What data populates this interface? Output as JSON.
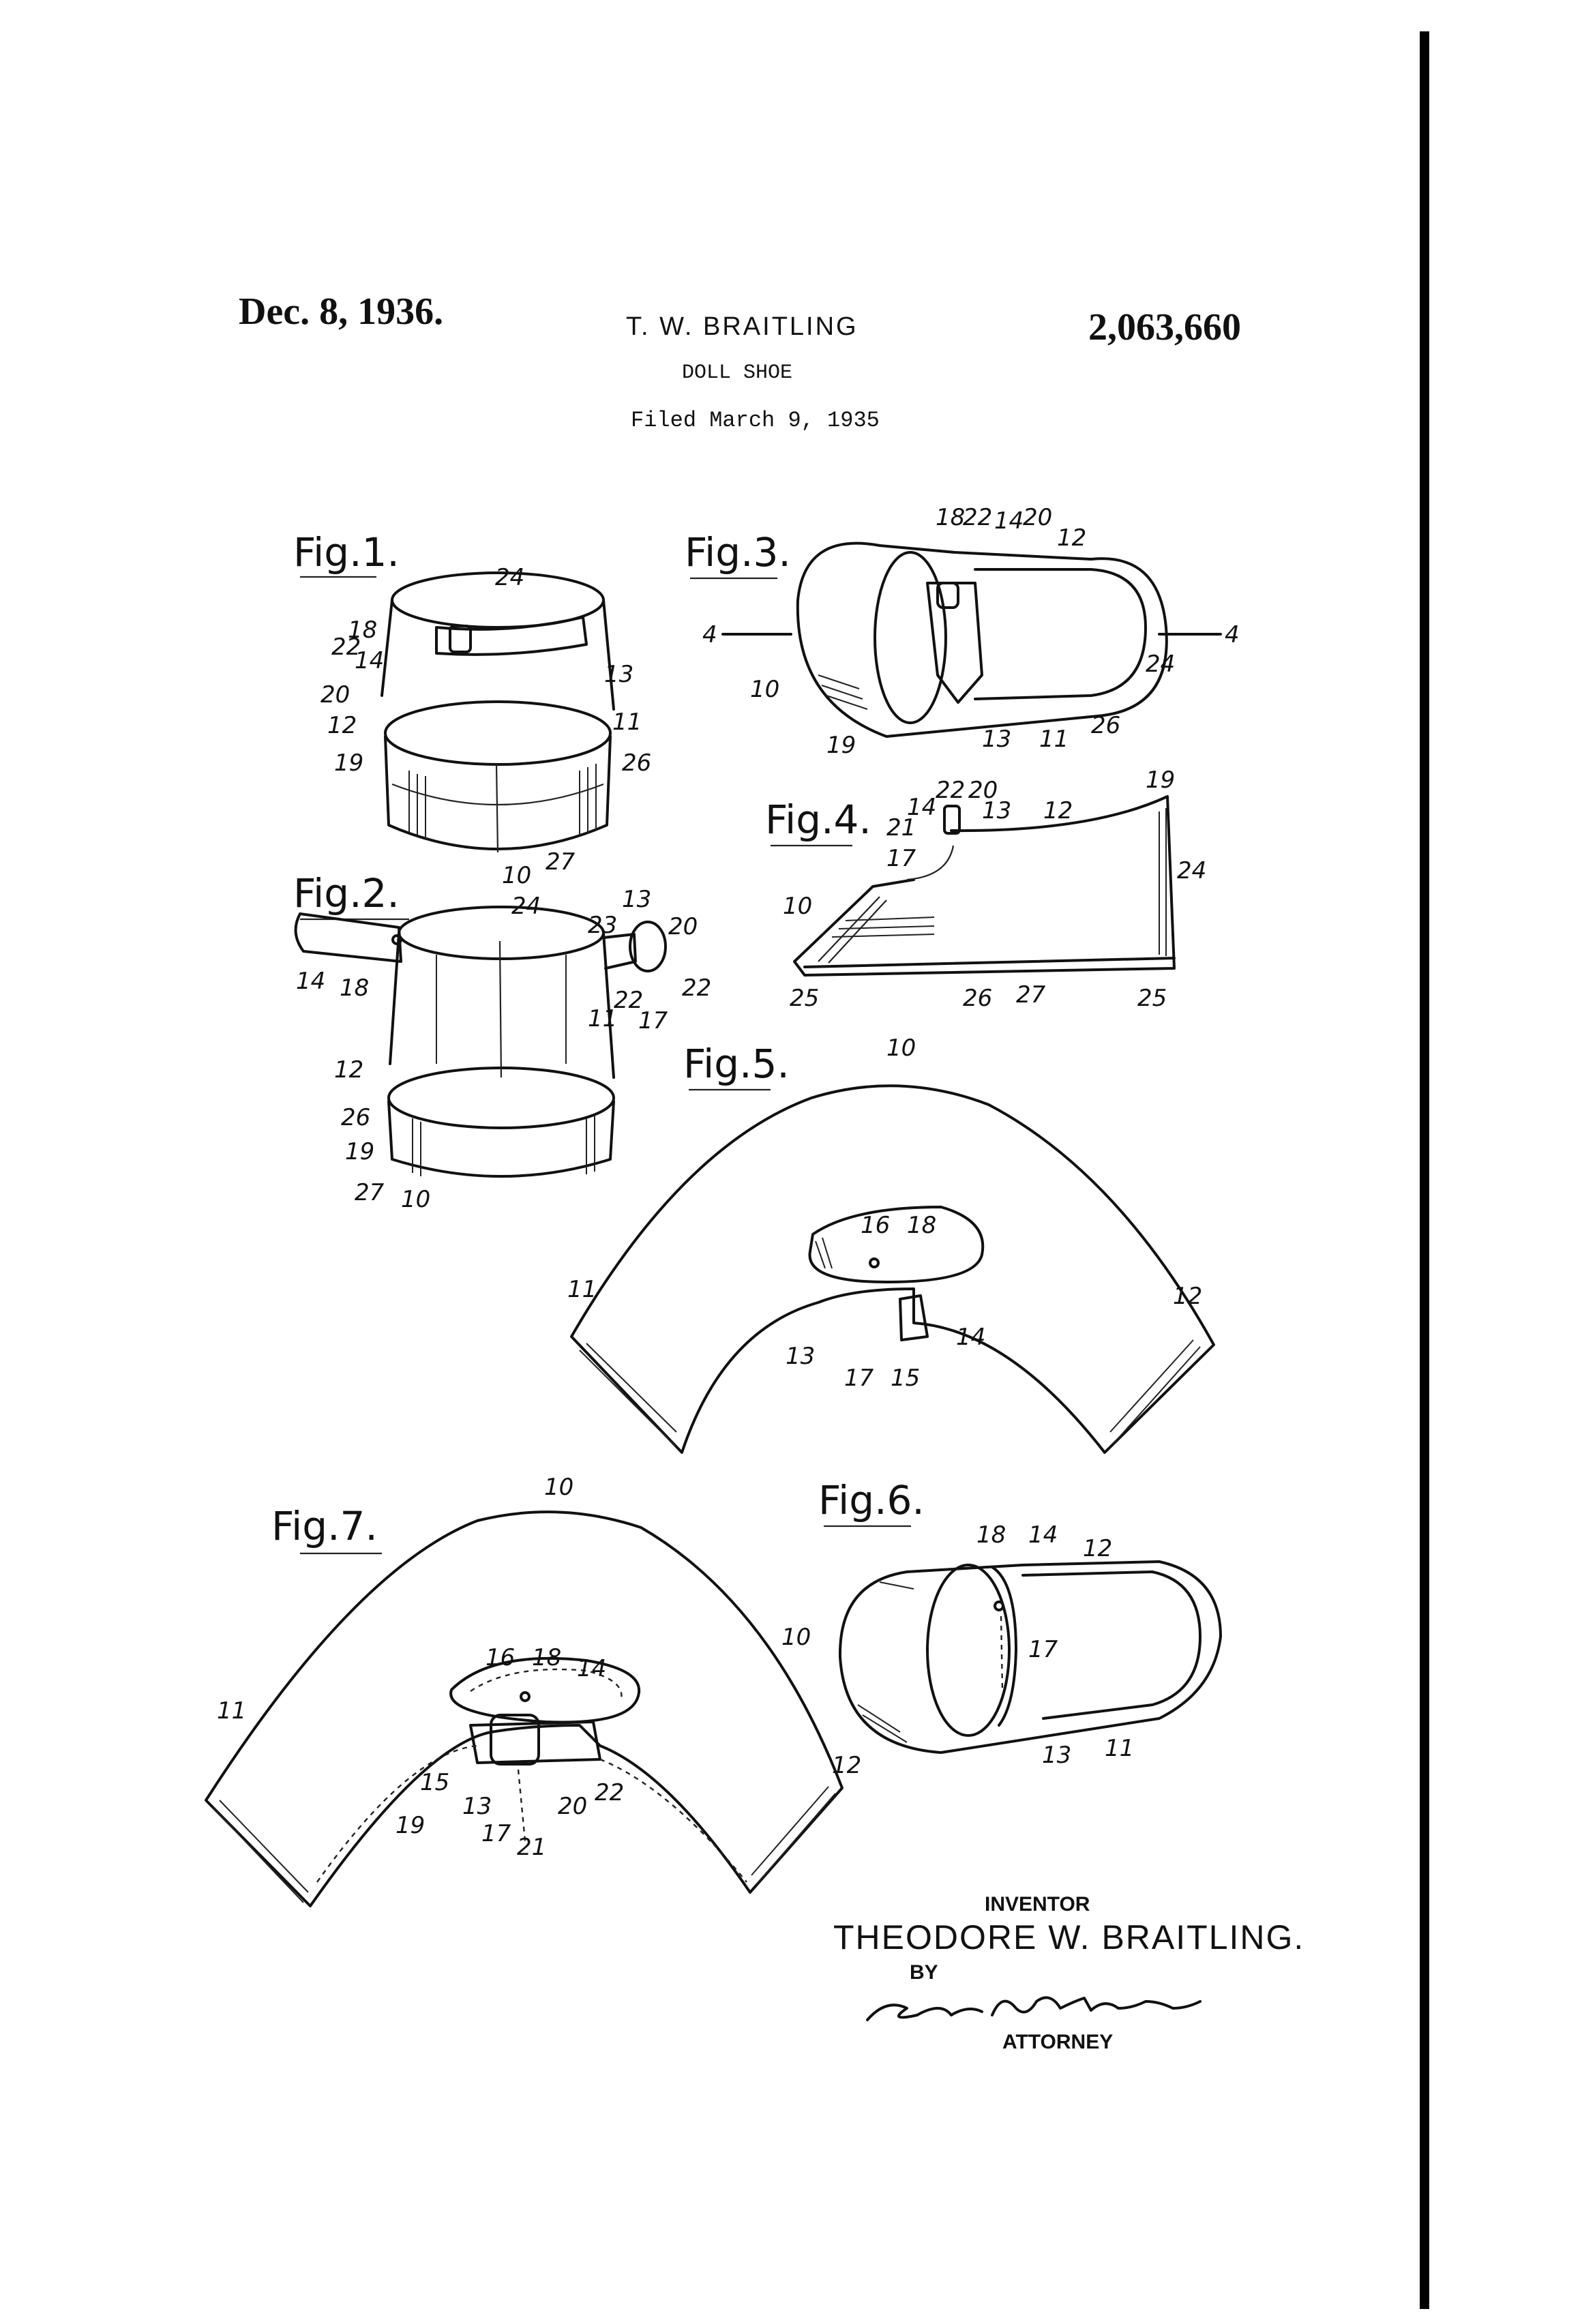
{
  "header": {
    "date": "Dec. 8, 1936.",
    "inventor": "T. W. BRAITLING",
    "patent_number": "2,063,660",
    "title": "DOLL SHOE",
    "filed": "Filed March 9, 1935"
  },
  "figures": {
    "fig1": {
      "label": "Fig.1.",
      "refs": [
        "24",
        "18",
        "22",
        "14",
        "20",
        "12",
        "19",
        "13",
        "11",
        "26",
        "10",
        "27"
      ]
    },
    "fig2": {
      "label": "Fig.2.",
      "refs": [
        "24",
        "13",
        "20",
        "23",
        "22",
        "14",
        "18",
        "22",
        "17",
        "11",
        "12",
        "26",
        "19",
        "27",
        "10"
      ]
    },
    "fig3": {
      "label": "Fig.3.",
      "refs": [
        "18",
        "22",
        "14",
        "20",
        "12",
        "4",
        "4",
        "10",
        "24",
        "19",
        "13",
        "11",
        "26"
      ]
    },
    "fig4": {
      "label": "Fig.4.",
      "refs": [
        "22",
        "20",
        "14",
        "13",
        "12",
        "19",
        "21",
        "17",
        "24",
        "10",
        "25",
        "26",
        "27",
        "25"
      ]
    },
    "fig5": {
      "label": "Fig.5.",
      "refs": [
        "10",
        "16",
        "18",
        "11",
        "12",
        "14",
        "13",
        "17",
        "15"
      ]
    },
    "fig6": {
      "label": "Fig.6.",
      "refs": [
        "18",
        "14",
        "12",
        "10",
        "17",
        "13",
        "11"
      ]
    },
    "fig7": {
      "label": "Fig.7.",
      "refs": [
        "10",
        "16",
        "18",
        "14",
        "11",
        "12",
        "15",
        "13",
        "20",
        "22",
        "19",
        "17",
        "21"
      ]
    }
  },
  "signature": {
    "inventor_label": "INVENTOR",
    "inventor_name": "THEODORE W. BRAITLING.",
    "by_label": "BY",
    "attorney_signature": "Harris Mattern",
    "attorney_label": "ATTORNEY"
  }
}
